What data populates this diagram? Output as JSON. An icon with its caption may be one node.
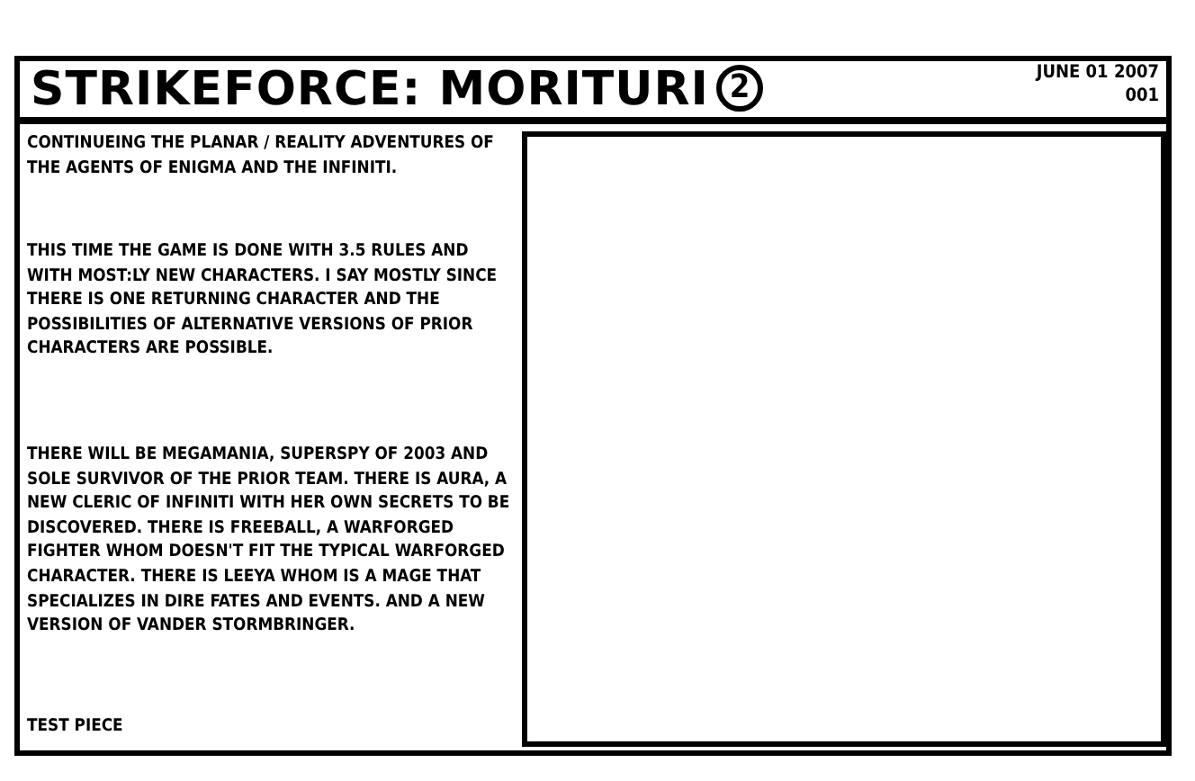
{
  "diagram": {
    "title": "STRIKEFORCE: MORITURI",
    "nodes": [
      {
        "text": [
          "JUNE 01 2007",
          "001"
        ]
      },
      {
        "text": [
          "2"
        ],
        "in": 0
      },
      {
        "text": [
          "CONTINUEING THE PLANAR / REALITY ADVENTURES OF THE AGENTS OF ENIGMA AND THE INFINITI.",
          "THIS TIME THE GAME IS DONE WITH 3.5 RULES AND WITH MOST:LY NEW CHARACTERS.  I SAY MOSTLY SINCE THERE IS ONE RETURNING CHARACTER AND THE POSSIBILITIES OF ALTERNATIVE VERSIONS OF PRIOR CHARACTERS ARE POSSIBLE.",
          "THERE WILL BE MEGAMANIA, SUPERSPY OF 2003 AND SOLE SURVIVOR OF THE PRIOR TEAM.  THERE IS AURA, A NEW CLERIC OF INFINITI WITH HER OWN SECRETS TO BE DISCOVERED.  THERE IS FREEBALL, A WARFORGED FIGHTER WHOM DOESN'T FIT THE TYPICAL WARFORGED CHARACTER. THERE IS LEEYA WHOM IS A MAGE THAT SPECIALIZES IN DIRE FATES AND EVENTS. AND A NEW VERSION OF VANDER STORMBRINGER.",
          "TEST PIECE"
        ]
      },
      {
        "text": [],
        "shape": "box",
        "in": 2
      }
    ]
  }
}
